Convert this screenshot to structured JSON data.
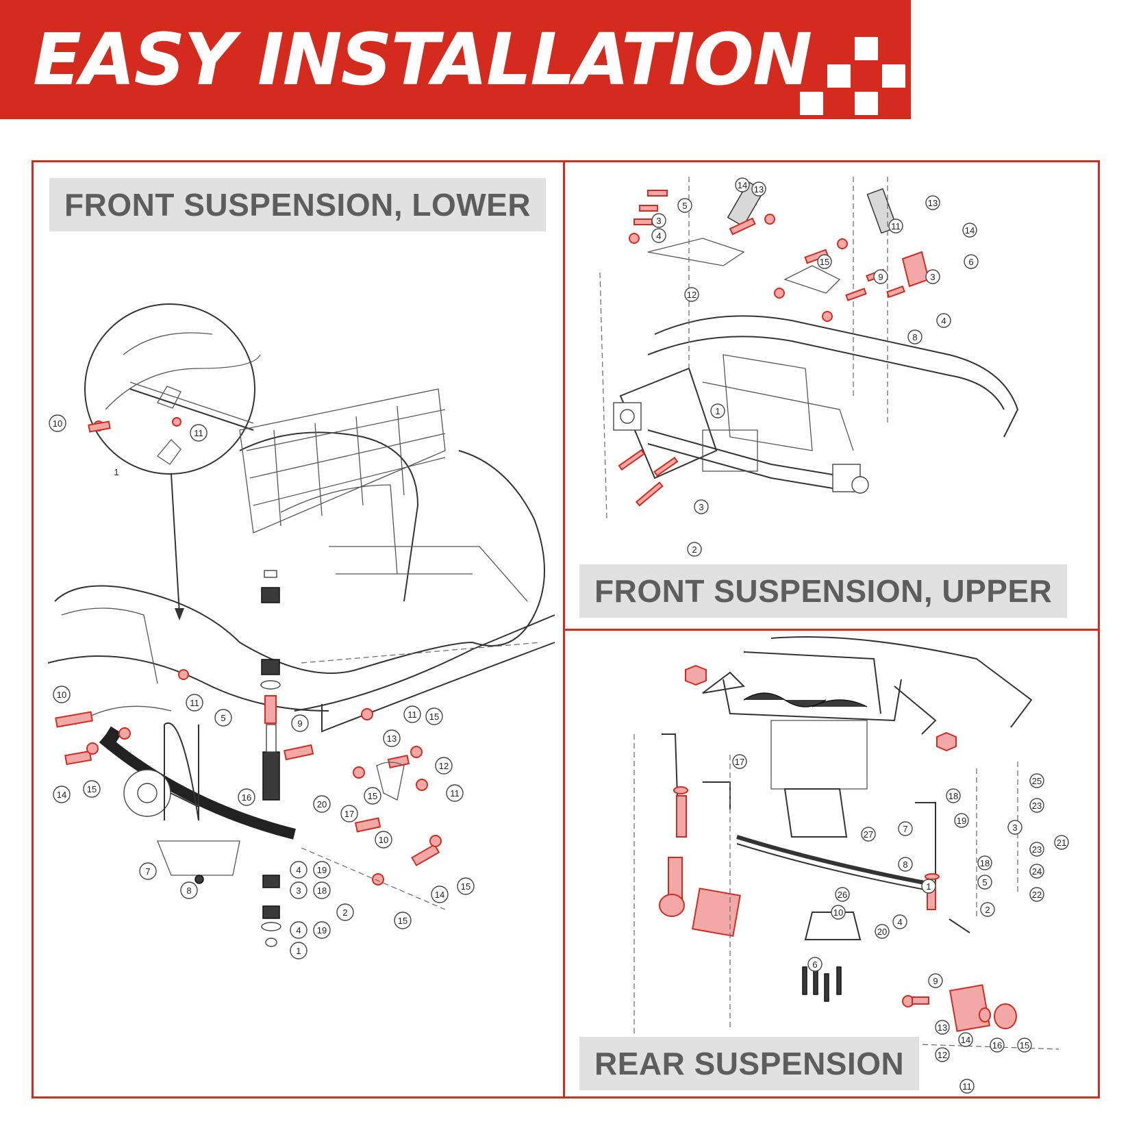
{
  "banner": {
    "title": "EASY INSTALLATION",
    "color": "#d52b1e"
  },
  "panels": {
    "front_lower": {
      "label": "FRONT SUSPENSION, LOWER",
      "callouts": [
        "10",
        "11",
        "1",
        "10",
        "11",
        "5",
        "11",
        "13",
        "15",
        "9",
        "12",
        "15",
        "11",
        "14",
        "15",
        "16",
        "20",
        "17",
        "10",
        "7",
        "8",
        "4",
        "19",
        "3",
        "18",
        "2",
        "4",
        "19",
        "1",
        "14",
        "15",
        "15"
      ]
    },
    "front_upper": {
      "label": "FRONT SUSPENSION, UPPER",
      "callouts": [
        "14",
        "13",
        "5",
        "3",
        "4",
        "13",
        "11",
        "14",
        "15",
        "9",
        "6",
        "12",
        "3",
        "4",
        "8",
        "1",
        "3",
        "2"
      ]
    },
    "rear": {
      "label": "REAR SUSPENSION",
      "callouts": [
        "17",
        "25",
        "18",
        "23",
        "19",
        "3",
        "21",
        "27",
        "7",
        "23",
        "8",
        "18",
        "24",
        "5",
        "1",
        "22",
        "26",
        "10",
        "2",
        "4",
        "20",
        "9",
        "6",
        "13",
        "14",
        "16",
        "15",
        "12",
        "11"
      ]
    }
  },
  "colors": {
    "accent_red": "#d52b1e",
    "label_bg": "#e1e1e1",
    "label_text": "#5d5d5d",
    "highlight_part": "#f3a8a8"
  }
}
